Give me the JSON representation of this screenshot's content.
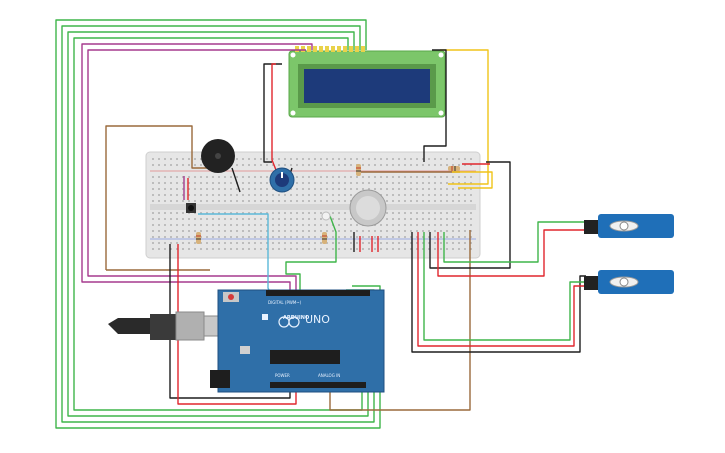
{
  "board": {
    "model_label": "UNO",
    "brand_label": "ARDUINO",
    "digital_label": "DIGITAL (PWM~)",
    "power_label": "POWER",
    "analog_label": "ANALOG IN"
  },
  "colors": {
    "wire_green": "#3fb54a",
    "wire_red": "#e0262d",
    "wire_black": "#1e1e1e",
    "wire_magenta": "#a53a8d",
    "wire_brown": "#9a6a3c",
    "wire_yellow": "#f0c419",
    "wire_cyan": "#5bb8d8",
    "arduino_blue": "#2f6fa8",
    "breadboard": "#e6e6e6",
    "lcd_board": "#7cc66a",
    "lcd_screen": "#1d3a7a",
    "servo_blue": "#1f6fb8"
  }
}
